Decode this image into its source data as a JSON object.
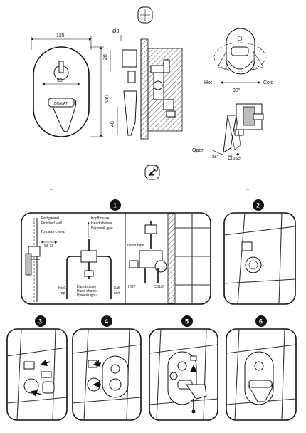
{
  "drawing": {
    "dims": {
      "width": "125",
      "between_centers": "50",
      "height": "180",
      "depth_top": "28",
      "depth_bottom": "48",
      "diameter": "Ø8"
    },
    "labels": {
      "hot": "Hot",
      "cold": "Cold",
      "angle_rotate": "90°",
      "open": "Open",
      "close": "Close",
      "angle_tilt": "25°"
    },
    "brand_mark": "BRAVAT"
  },
  "steps": [
    {
      "num": "1",
      "name": "step-1"
    },
    {
      "num": "2",
      "name": "step-2"
    },
    {
      "num": "3",
      "name": "step-3"
    },
    {
      "num": "4",
      "name": "step-4"
    },
    {
      "num": "5",
      "name": "step-5"
    },
    {
      "num": "6",
      "name": "step-6"
    }
  ],
  "step1": {
    "finished_wall_de": "Fertigwand",
    "finished_wall_en": "Finished wall",
    "finished_wall_ru": "Готовая стена",
    "depth_range": "63-73",
    "head_shower_de": "Kopfbrause",
    "head_shower_en": "Head shower",
    "head_shower_ru": "Верхний душ",
    "hand_shower_de": "Handbrause",
    "hand_shower_en": "Hand shower",
    "hand_shower_ru": "Ручной душ",
    "hot_de": "Heiß",
    "hot_ru": "гор",
    "cold_de": "Kalt",
    "cold_ru": "хол",
    "teflon": "Teflon tape",
    "hot_label": "HOT",
    "cold_label": "COLD"
  }
}
